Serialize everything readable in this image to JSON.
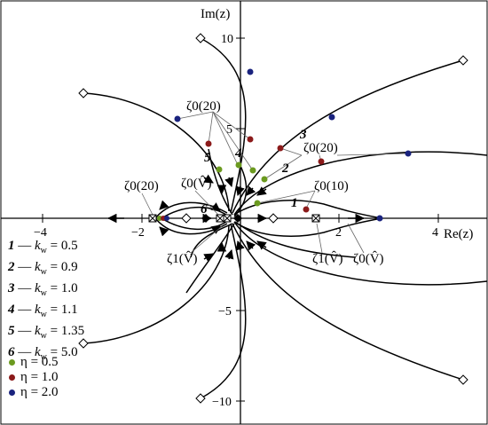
{
  "axes": {
    "xlabel": "Re(z)",
    "ylabel": "Im(z)",
    "x_ticks": [
      {
        "value": -4,
        "label": "−4"
      },
      {
        "value": -2,
        "label": "−2"
      },
      {
        "value": 2,
        "label": "2"
      },
      {
        "value": 4,
        "label": "4"
      }
    ],
    "y_ticks": [
      {
        "value": 10,
        "label": "10"
      },
      {
        "value": 5,
        "label": "5"
      },
      {
        "value": -5,
        "label": "−5"
      },
      {
        "value": -10,
        "label": "−10"
      }
    ]
  },
  "annotations": {
    "zeta0_20": "ζ0(20)",
    "zeta0_V": "ζ0(V̂)",
    "zeta0_10": "ζ0(10)",
    "zeta1_V": "ζ1(V̂)"
  },
  "curve_numbers": [
    "1",
    "2",
    "3",
    "4",
    "5",
    "6"
  ],
  "legend_curves": [
    {
      "num": "1",
      "label": "k",
      "sub": "w",
      "value": "= 0.5"
    },
    {
      "num": "2",
      "label": "k",
      "sub": "w",
      "value": "= 0.9"
    },
    {
      "num": "3",
      "label": "k",
      "sub": "w",
      "value": "= 1.0"
    },
    {
      "num": "4",
      "label": "k",
      "sub": "w",
      "value": "= 1.1"
    },
    {
      "num": "5",
      "label": "k",
      "sub": "w",
      "value": "= 1.35"
    },
    {
      "num": "6",
      "label": "k",
      "sub": "w",
      "value": "= 5.0"
    }
  ],
  "legend_eta": [
    {
      "label": "η = 0.5",
      "color": "#6b9a1f"
    },
    {
      "label": "η = 1.0",
      "color": "#8b1a1a"
    },
    {
      "label": "η = 2.0",
      "color": "#1a237e"
    }
  ],
  "colors": {
    "green": "#6b9a1f",
    "red": "#8b1a1a",
    "blue": "#1a237e"
  }
}
